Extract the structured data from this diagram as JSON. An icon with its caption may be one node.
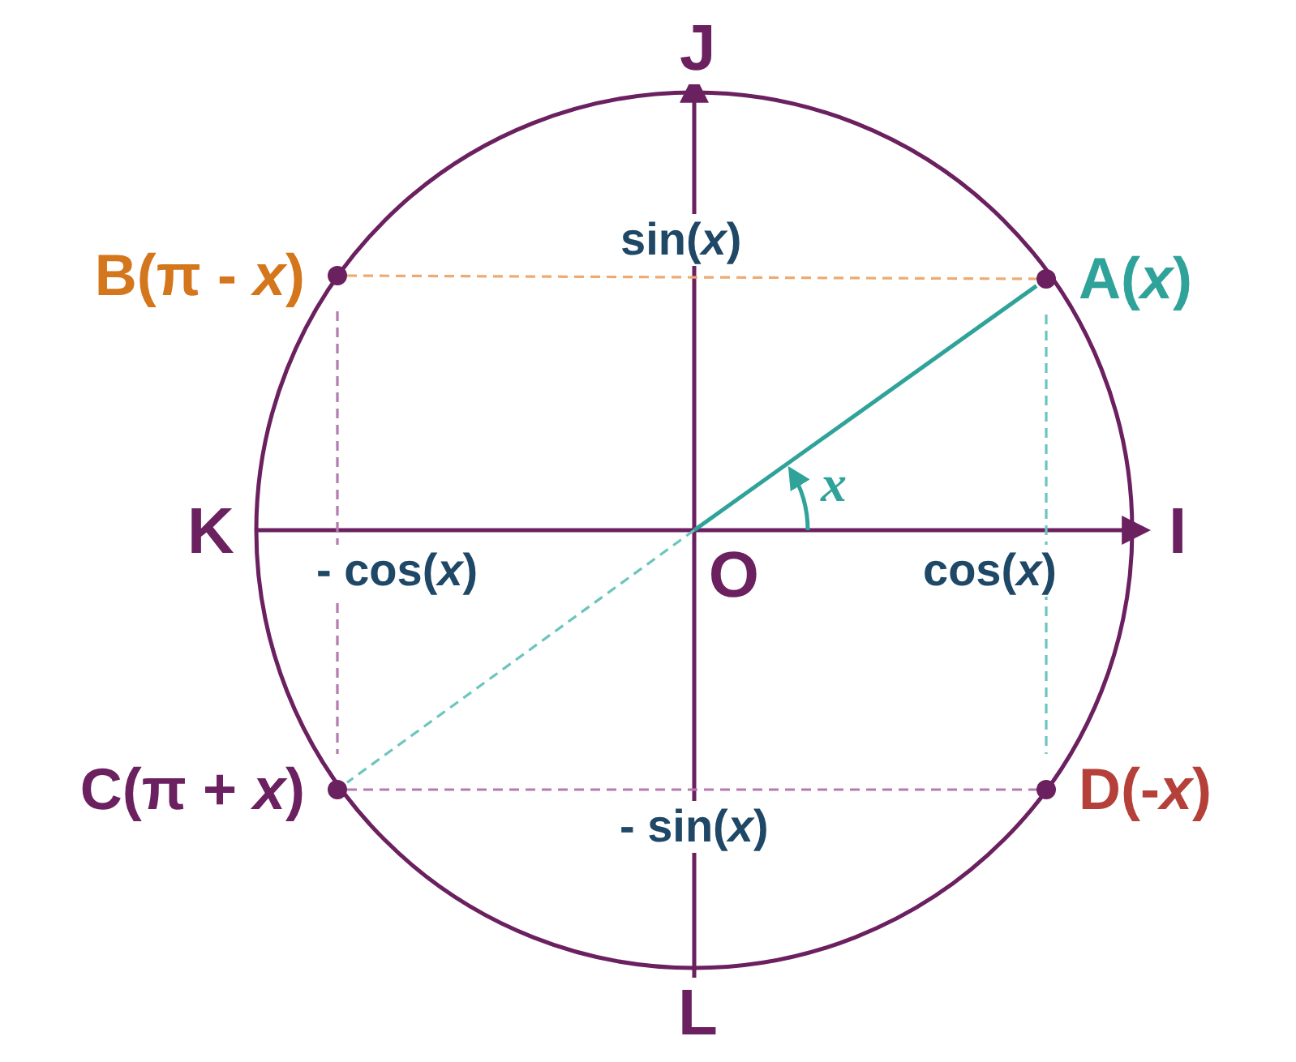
{
  "diagram": {
    "nodes": [
      {
        "text": [
          "A(*x*)"
        ]
      },
      {
        "text": [
          "B(π - *x*)"
        ]
      },
      {
        "text": [
          "C(π + *x*)"
        ]
      },
      {
        "text": [
          "D(-*x*)"
        ]
      },
      {
        "text": [
          "O"
        ]
      }
    ],
    "edges": [
      {
        "from": 4,
        "to": 0,
        "arrow": "none",
        "color": "#2fa39a"
      },
      {
        "from": 4,
        "to": 2,
        "arrow": "none",
        "style": "dashed",
        "color": "#6cc5bd"
      },
      {
        "from": 1,
        "to": 0,
        "arrow": "none",
        "style": "dashed",
        "color": "#eeaa70"
      },
      {
        "from": 0,
        "to": 3,
        "arrow": "none",
        "style": "dashed",
        "color": "#6cc5bd"
      },
      {
        "from": 1,
        "to": 2,
        "arrow": "none",
        "style": "dashed",
        "color": "#b57ab0"
      },
      {
        "from": 2,
        "to": 3,
        "arrow": "none",
        "style": "dashed",
        "color": "#b57ab0"
      }
    ],
    "labels": [
      "J",
      "sin(*x*)",
      "x",
      "K",
      "- cos(*x*)",
      "cos(*x*)",
      "I",
      "- sin(*x*)",
      "L"
    ]
  }
}
